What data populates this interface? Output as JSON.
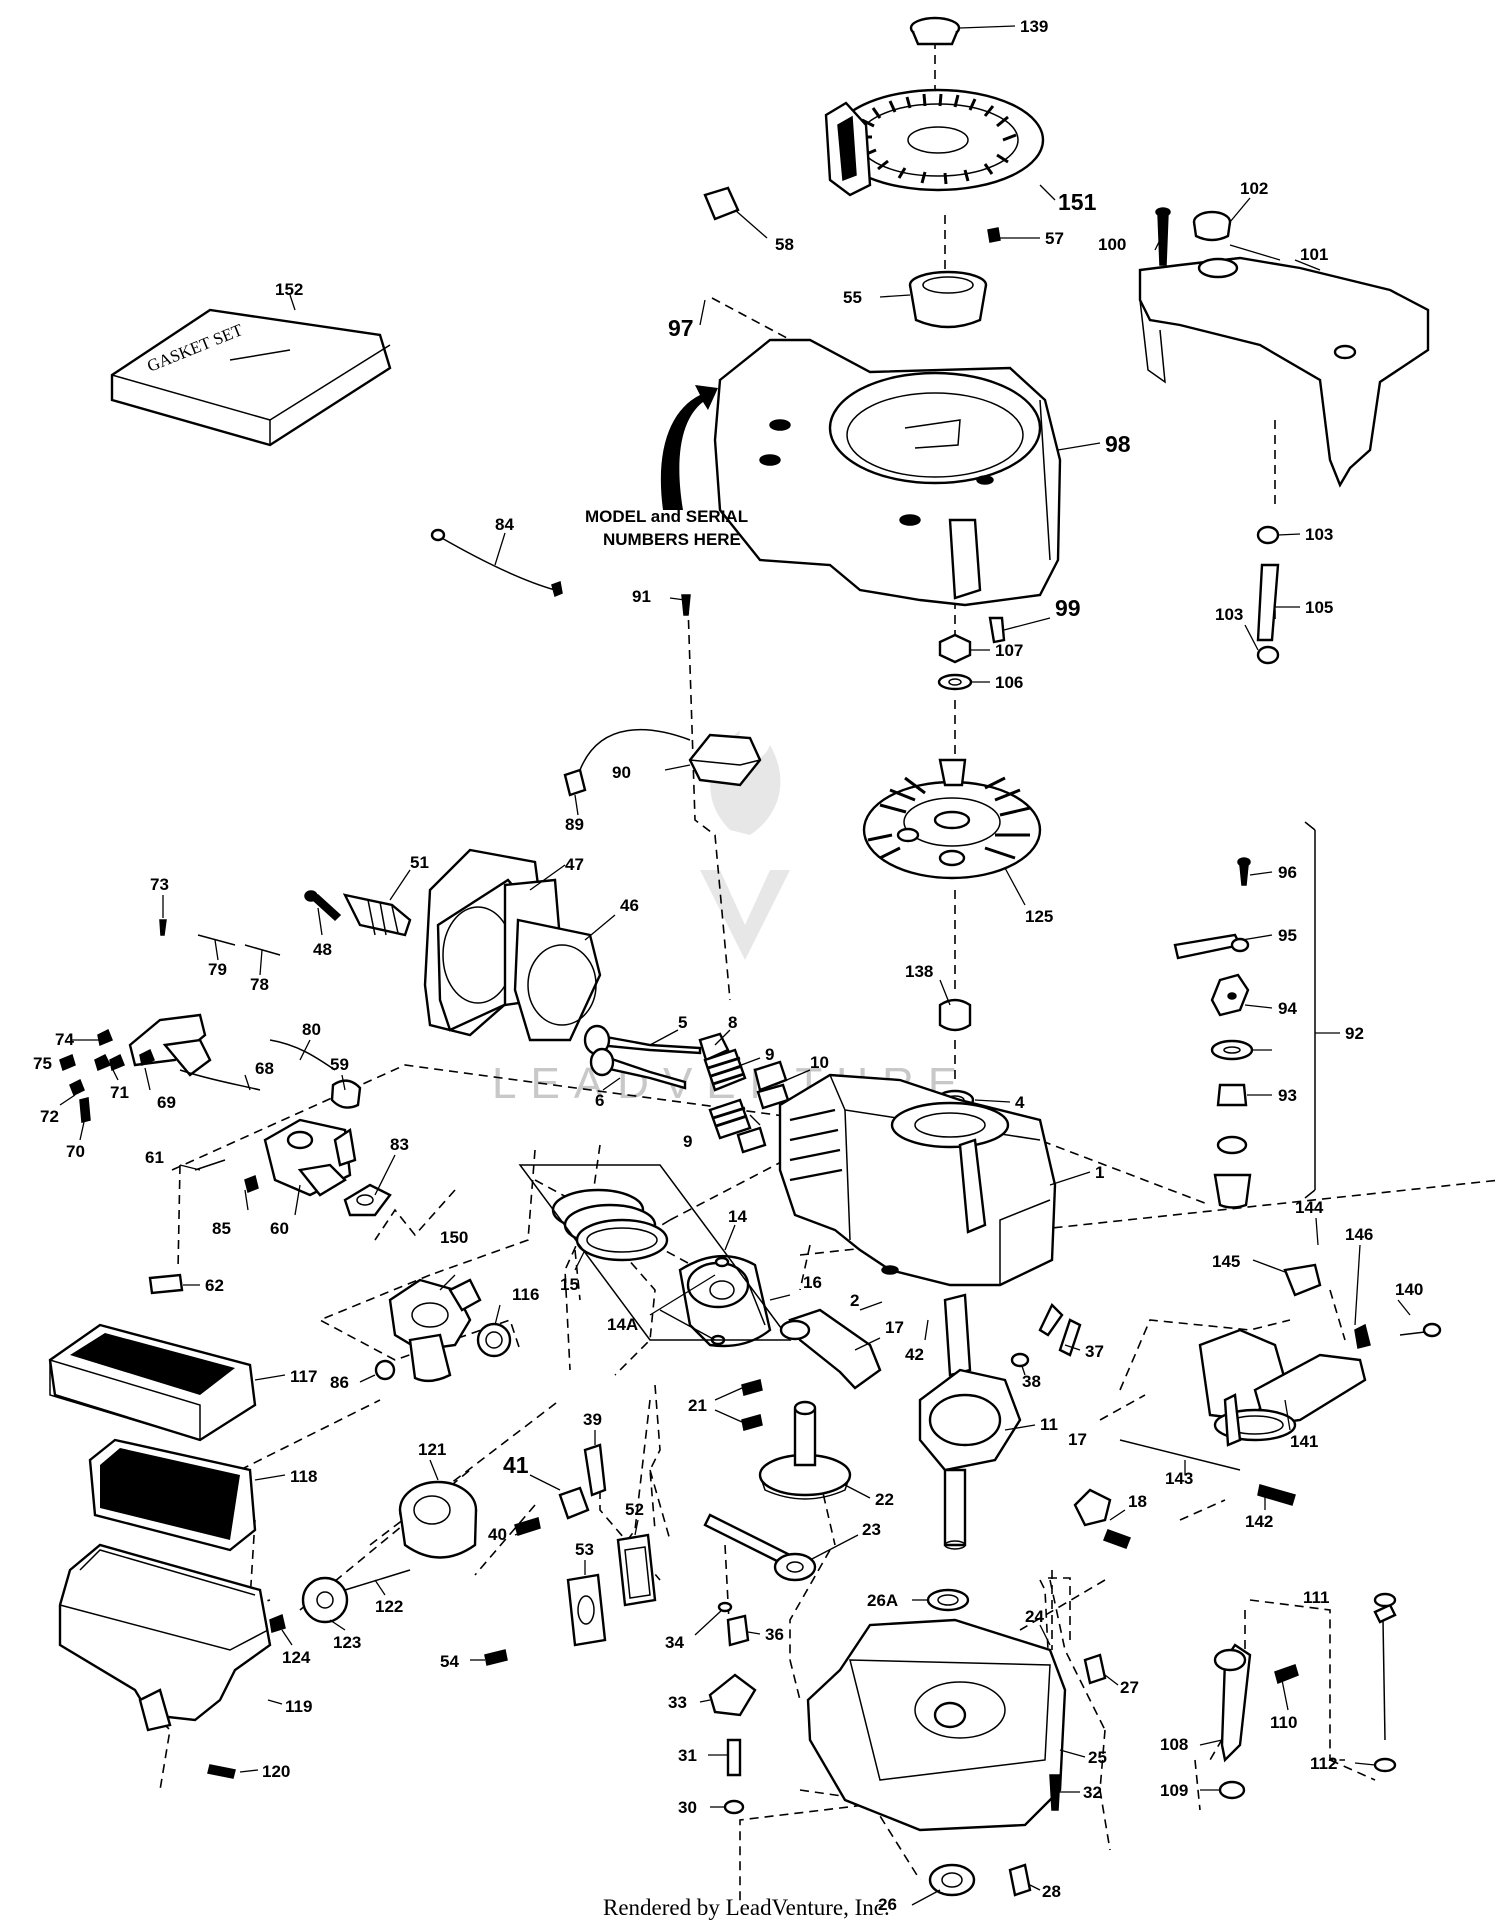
{
  "parts": {
    "p139": "139",
    "p151": "151",
    "p58": "58",
    "p57": "57",
    "p55": "55",
    "p97": "97",
    "p98": "98",
    "p99": "99",
    "p100": "100",
    "p102": "102",
    "p101": "101",
    "p103a": "103",
    "p103b": "103",
    "p105": "105",
    "p152": "152",
    "p84": "84",
    "p91": "91",
    "p107": "107",
    "p106": "106",
    "p90": "90",
    "p89": "89",
    "p125": "125",
    "p138": "138",
    "p4": "4",
    "p96": "96",
    "p95": "95",
    "p94": "94",
    "p93": "93",
    "p92": "92",
    "p73": "73",
    "p79": "79",
    "p78": "78",
    "p74": "74",
    "p75": "75",
    "p72": "72",
    "p71": "71",
    "p69": "69",
    "p70": "70",
    "p68": "68",
    "p80": "80",
    "p59": "59",
    "p61": "61",
    "p85": "85",
    "p60": "60",
    "p83": "83",
    "p62": "62",
    "p48": "48",
    "p51": "51",
    "p47": "47",
    "p46": "46",
    "p5": "5",
    "p8": "8",
    "p9a": "9",
    "p9b": "9",
    "p10": "10",
    "p6": "6",
    "p1": "1",
    "p14": "14",
    "p16": "16",
    "p15": "15",
    "p14A": "14A",
    "p2": "2",
    "p17a": "17",
    "p17b": "17",
    "p42": "42",
    "p38": "38",
    "p37": "37",
    "p144": "144",
    "p145": "145",
    "p146": "146",
    "p140": "140",
    "p141": "141",
    "p143": "143",
    "p142": "142",
    "p150": "150",
    "p116": "116",
    "p86": "86",
    "p117": "117",
    "p118": "118",
    "p119": "119",
    "p120": "120",
    "p121": "121",
    "p122": "122",
    "p123": "123",
    "p124": "124",
    "p41": "41",
    "p39": "39",
    "p40": "40",
    "p53": "53",
    "p52": "52",
    "p54": "54",
    "p34": "34",
    "p36": "36",
    "p33": "33",
    "p31": "31",
    "p30": "30",
    "p21": "21",
    "p22": "22",
    "p23": "23",
    "p11": "11",
    "p18": "18",
    "p26A": "26A",
    "p24": "24",
    "p27": "27",
    "p25": "25",
    "p26": "26",
    "p28": "28",
    "p32": "32",
    "p108": "108",
    "p109": "109",
    "p110": "110",
    "p111": "111",
    "p112": "112"
  },
  "notes": {
    "model_line1": "MODEL and SERIAL",
    "model_line2": "NUMBERS HERE",
    "gasket_set": "GASKET SET"
  },
  "watermark": "LEADVENTURE",
  "footer": "Rendered by LeadVenture, Inc."
}
